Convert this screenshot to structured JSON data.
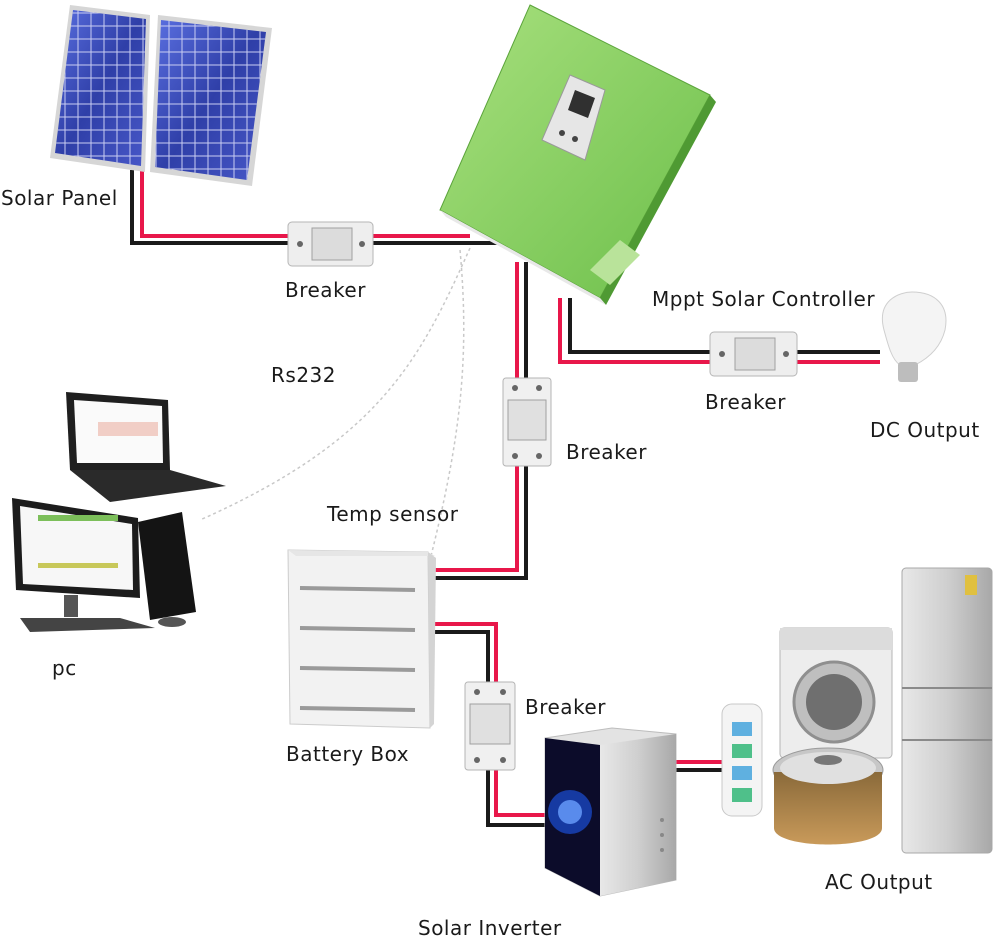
{
  "labels": {
    "solar_panel": "Solar Panel",
    "breaker_top": "Breaker",
    "rs232": "Rs232",
    "mppt_controller": "Mppt Solar Controller",
    "breaker_dc": "Breaker",
    "dc_output": "DC Output",
    "breaker_battery": "Breaker",
    "temp_sensor": "Temp sensor",
    "pc": "pc",
    "battery_box": "Battery Box",
    "breaker_inverter": "Breaker",
    "solar_inverter": "Solar Inverter",
    "ac_output": "AC Output"
  },
  "colors": {
    "wire_red": "#e8174a",
    "wire_black": "#1a1a1a",
    "controller_green": "#8fd36a",
    "panel_blue": "#3a4fb5"
  }
}
